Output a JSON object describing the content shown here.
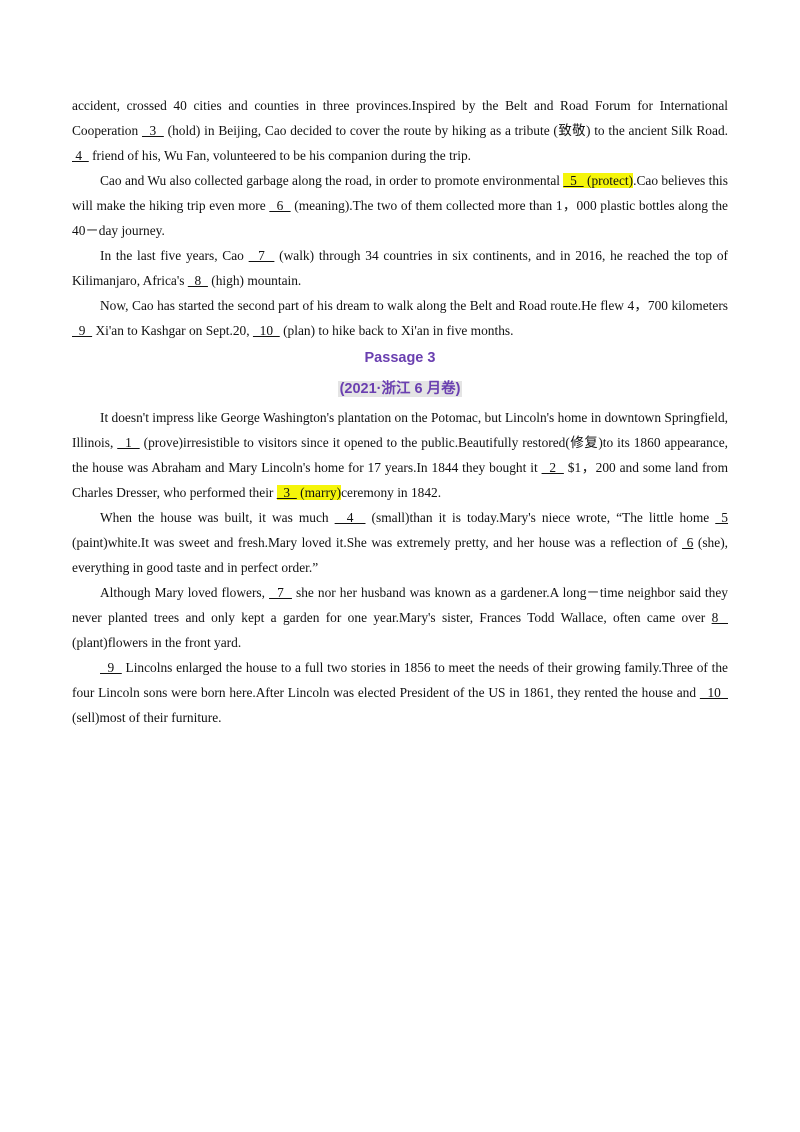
{
  "passage2": {
    "p1": {
      "s1": "accident, crossed 40 cities and counties in three provinces.Inspired by the Belt and Road Forum for International Cooperation ",
      "b3": "  3  ",
      "s2": " (hold) in Beijing, Cao decided to cover the route by hiking as a tribute (致敬) to the ancient Silk Road.",
      "b4": " 4  ",
      "s3": " friend of his, Wu Fan, volunteered to be his companion during the trip."
    },
    "p2": {
      "s1": "Cao and Wu also collected garbage along the road, in order to promote environmental ",
      "b5": "  5  ",
      "s2": " (protect)",
      "s3": ".Cao believes this will make the hiking trip even more ",
      "b6": "  6  ",
      "s4": " (meaning).The two of them collected more than 1，000 plastic bottles along the 40－day journey."
    },
    "p3": {
      "s1": "In the last five years, Cao ",
      "b7": "  7  ",
      "s2": " (walk) through 34 countries in six continents, and in 2016, he reached the top of Kilimanjaro, Africa's ",
      "b8": "  8  ",
      "s3": " (high) mountain."
    },
    "p4": {
      "s1": "Now, Cao has started the second part of his dream to walk along the Belt and Road route.He flew 4，700 kilometers ",
      "b9": "  9  ",
      "s2": " Xi'an to Kashgar on Sept.20, ",
      "b10": "  10  ",
      "s3": " (plan) to hike back to Xi'an in five months."
    }
  },
  "passage3": {
    "heading": "Passage 3",
    "source": "(2021·浙江 6 月卷)",
    "p1": {
      "s1": "It doesn't impress like George Washington's plantation on the Potomac, but Lincoln's home in downtown Springfield, Illinois, ",
      "b1": "  1  ",
      "s2": " (prove)irresistible to visitors since it opened to the public.Beautifully restored(修复)to its 1860 appearance, the house was Abraham and Mary Lincoln's home for 17 years.In 1844 they bought it ",
      "b2": "  2  ",
      "s3": " $1，200 and some land from Charles Dresser, who performed their ",
      "b3": "  3  ",
      "s4": " (marry)",
      "s5": "ceremony in 1842."
    },
    "p2": {
      "s1": "When the house was built, it was much ",
      "b4": "  4  ",
      "s2": " (small)than it is today.Mary's niece wrote, “The little home ",
      "b5": " 5",
      "s3": " (paint)white.It was sweet and fresh.Mary loved it.She was extremely pretty, and her house was a reflection of ",
      "b6": " 6",
      "s4": " (she), everything in good taste and in perfect order.”"
    },
    "p3": {
      "s1": "Although Mary loved flowers, ",
      "b7": "  7  ",
      "s2": " she nor her husband was known as a gardener.A long－time neighbor said they never planted trees and only kept a garden for one year.Mary's sister, Frances Todd Wallace, often came over ",
      "b8": "8  ",
      "s3": " (plant)flowers in the front yard."
    },
    "p4": {
      "b9": "  9  ",
      "s1": " Lincolns enlarged the house to a full two stories in 1856 to meet the needs of their growing family.Three of the four Lincoln sons were born here.After Lincoln was elected President of the US in 1861, they rented the house and ",
      "b10": "  10  ",
      "s2": " (sell)most of their furniture."
    }
  },
  "colors": {
    "heading": "#6a3fb0",
    "highlight": "#f5f50a",
    "source_bg": "#e4e4e4"
  }
}
